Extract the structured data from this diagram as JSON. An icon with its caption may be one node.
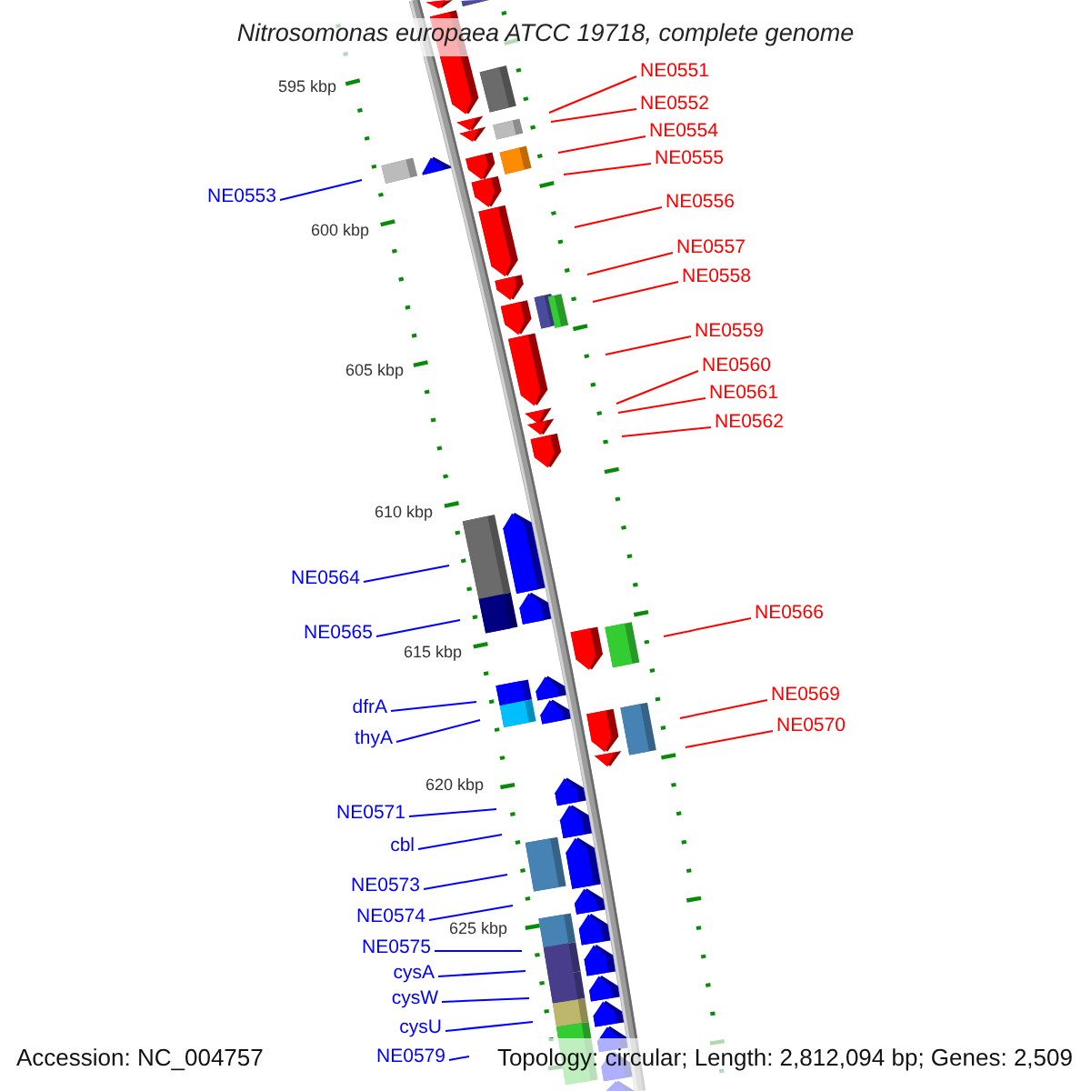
{
  "diagram": {
    "title": "Nitrosomonas europaea ATCC 19718, complete genome",
    "nodes": [
      {
        "text": [
          "NE0551"
        ]
      },
      {
        "text": [
          "NE0552"
        ]
      },
      {
        "text": [
          "NE0554"
        ]
      },
      {
        "text": [
          "NE0555"
        ]
      },
      {
        "text": [
          "NE0553"
        ]
      },
      {
        "text": [
          "NE0556"
        ]
      },
      {
        "text": [
          "NE0557"
        ]
      },
      {
        "text": [
          "NE0558"
        ]
      },
      {
        "text": [
          "NE0559"
        ]
      },
      {
        "text": [
          "NE0560"
        ]
      },
      {
        "text": [
          "NE0561"
        ]
      },
      {
        "text": [
          "NE0562"
        ]
      },
      {
        "text": [
          "NE0564"
        ]
      },
      {
        "text": [
          "NE0566"
        ]
      },
      {
        "text": [
          "NE0565"
        ]
      },
      {
        "text": [
          "NE0569"
        ]
      },
      {
        "text": [
          "dfrA"
        ]
      },
      {
        "text": [
          "NE0570"
        ]
      },
      {
        "text": [
          "thyA"
        ]
      },
      {
        "text": [
          "NE0571"
        ]
      },
      {
        "text": [
          "cbl"
        ]
      },
      {
        "text": [
          "NE0573"
        ]
      },
      {
        "text": [
          "NE0574"
        ]
      },
      {
        "text": [
          "NE0575"
        ]
      },
      {
        "text": [
          "cysA"
        ]
      },
      {
        "text": [
          "cysW"
        ]
      },
      {
        "text": [
          "cysU"
        ]
      },
      {
        "text": [
          "NE0579"
        ]
      }
    ],
    "edges": [
      {
        "from": 0,
        "to": null,
        "arrow": "none",
        "color": "#ff0000"
      },
      {
        "from": 1,
        "to": null,
        "arrow": "none",
        "color": "#ff0000"
      },
      {
        "from": 2,
        "to": null,
        "arrow": "none",
        "color": "#ff0000"
      },
      {
        "from": 3,
        "to": null,
        "arrow": "none",
        "color": "#ff0000"
      },
      {
        "from": 4,
        "to": null,
        "arrow": "none",
        "color": "#0000ff"
      },
      {
        "from": 5,
        "to": null,
        "arrow": "none",
        "color": "#ff0000"
      },
      {
        "from": 6,
        "to": null,
        "arrow": "none",
        "color": "#ff0000"
      },
      {
        "from": 7,
        "to": null,
        "arrow": "none",
        "color": "#ff0000"
      },
      {
        "from": 8,
        "to": null,
        "arrow": "none",
        "color": "#ff0000"
      },
      {
        "from": 9,
        "to": null,
        "arrow": "none",
        "color": "#ff0000"
      },
      {
        "from": 10,
        "to": null,
        "arrow": "none",
        "color": "#ff0000"
      },
      {
        "from": 11,
        "to": null,
        "arrow": "none",
        "color": "#ff0000"
      },
      {
        "from": 12,
        "to": null,
        "arrow": "none",
        "color": "#0000ff"
      },
      {
        "from": 13,
        "to": null,
        "arrow": "none",
        "color": "#ff0000"
      },
      {
        "from": 14,
        "to": null,
        "arrow": "none",
        "color": "#0000ff"
      },
      {
        "from": 15,
        "to": null,
        "arrow": "none",
        "color": "#ff0000"
      },
      {
        "from": 16,
        "to": null,
        "arrow": "none",
        "color": "#0000ff"
      },
      {
        "from": 17,
        "to": null,
        "arrow": "none",
        "color": "#ff0000"
      },
      {
        "from": 18,
        "to": null,
        "arrow": "none",
        "color": "#0000ff"
      },
      {
        "from": 19,
        "to": null,
        "arrow": "none",
        "color": "#0000ff"
      },
      {
        "from": 20,
        "to": null,
        "arrow": "none",
        "color": "#0000ff"
      },
      {
        "from": 21,
        "to": null,
        "arrow": "none",
        "color": "#0000ff"
      },
      {
        "from": 22,
        "to": null,
        "arrow": "none",
        "color": "#0000ff"
      },
      {
        "from": 23,
        "to": null,
        "arrow": "none",
        "color": "#0000ff"
      },
      {
        "from": 24,
        "to": null,
        "arrow": "none",
        "color": "#0000ff"
      },
      {
        "from": 25,
        "to": null,
        "arrow": "none",
        "color": "#0000ff"
      },
      {
        "from": 26,
        "to": null,
        "arrow": "none",
        "color": "#0000ff"
      },
      {
        "from": 27,
        "to": null,
        "arrow": "none",
        "color": "#0000ff"
      }
    ],
    "labels": [
      "595 kbp",
      "600 kbp",
      "605 kbp",
      "610 kbp",
      "615 kbp",
      "620 kbp",
      "625 kbp",
      "Accession: NC_004757",
      "Topology: circular; Length: 2,812,094 bp; Genes: 2,509"
    ]
  }
}
